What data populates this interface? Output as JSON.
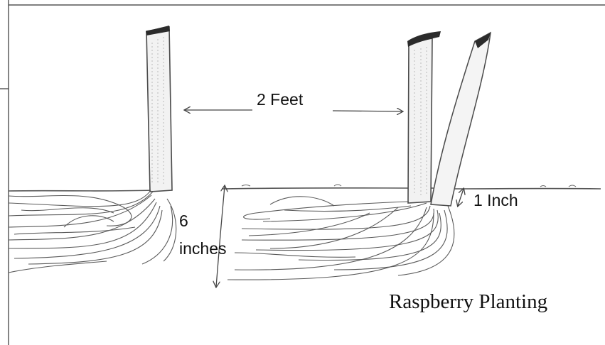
{
  "diagram": {
    "title": "Raspberry Planting",
    "labels": {
      "spacing": "2 Feet",
      "depth_number": "6",
      "depth_unit": "inches",
      "shoot_offset": "1 Inch"
    },
    "colors": {
      "background": "#ffffff",
      "pencil": "#4a4a4a",
      "cane_cut_end": "#2b2b2b",
      "text": "#111111"
    }
  }
}
